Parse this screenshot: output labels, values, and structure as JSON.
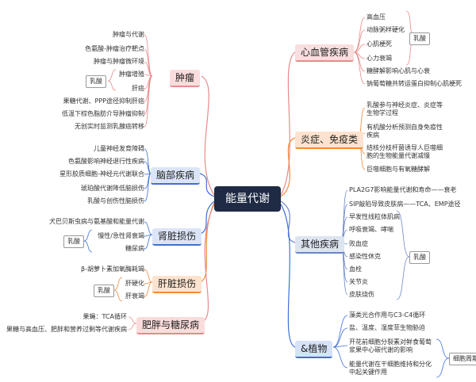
{
  "center": "能量代谢",
  "branches": {
    "cardio": {
      "title": "心血管疾病",
      "items": [
        "高血压",
        "动脉粥样硬化",
        "心肌梗死",
        "心力衰竭",
        "糖酵解影响心肌与心衰",
        "钠葡萄糖共转运蛋白抑制心肌梗死"
      ],
      "tag": "乳酸"
    },
    "inflammation": {
      "title": "炎症、免疫类",
      "items": [
        "乳酸参与神经炎症、炎症等生物学过程",
        "有机酸分析预测自身免疫性疾病",
        "结核分枝杆菌诱导人巨噬细胞的生物能量代谢减慢",
        "巨噬细胞与有氧糖酵解"
      ]
    },
    "other": {
      "title": "其他疾病",
      "items": [
        "PLA2G7影响能量代谢和寿命——衰老",
        "SIP敲陷导致皮肤病——TCA、EMP途径",
        "早发性线粒体肌病",
        "呼吸衰竭、哮喘",
        "败血症",
        "感染性休克",
        "血栓",
        "关节炎",
        "皮肤烧伤"
      ],
      "tag": "乳酸"
    },
    "plant": {
      "title": "&植物",
      "items": [
        "藻类光合作用与C3-C4循环",
        "盐、温度、湿度菲生物胁迫",
        "开花前细胞分裂素对鲜食葡萄浆果中心碳代谢的影响",
        "能量代谢在干细胞维持和分化中起关键作用"
      ],
      "tag": "细胞周期"
    },
    "tumor": {
      "title": "肿瘤",
      "items": [
        "肿瘤与代谢",
        "色氨酸-肿瘤治疗靶点",
        "肿瘤与肿瘤微环境",
        "肿瘤增殖",
        "肝癌",
        "果糖代谢、PPP途径抑制肝癌",
        "低温下棕色脂肪介导肿瘤抑制",
        "无创实时监测乳腺癌转移"
      ],
      "tag": "乳酸"
    },
    "brain": {
      "title": "脑部疾病",
      "items": [
        "儿童神经发育障碍",
        "色氨酸影响神经退行性疾病",
        "星形胶质细胞-神经元代谢联合",
        "琥珀酸代谢降低脑损伤",
        "乳酸与创伤性脑损伤"
      ]
    },
    "kidney": {
      "title": "肾脏损伤",
      "items": [
        "犬巴贝斯虫病与氨基酸和能量代谢",
        "慢性/急性肾衰竭",
        "糖尿病"
      ],
      "tag": "乳酸"
    },
    "liver": {
      "title": "肝脏损伤",
      "items": [
        "β-胡萝卜素加氧酶耗竭",
        "肝硬化",
        "肝衰竭"
      ],
      "tag": "乳酸"
    },
    "obesity": {
      "title": "肥胖与糖尿病",
      "items": [
        "果蝇：TCA循环",
        "果糖与高血压、肥胖和营养过剩等代谢疾病"
      ]
    }
  },
  "colors": {
    "cardio": "#f8dede",
    "cardio_line": "#e88a8a",
    "inflammation": "#fde3cf",
    "inflammation_line": "#f08a3a",
    "other": "#dde4f2",
    "other_line": "#6b86c6",
    "plant": "#d6e2f8",
    "plant_line": "#3f6fd8",
    "tumor": "#fbdcdc",
    "tumor_line": "#e88a8a",
    "brain": "#dce5f7",
    "brain_line": "#3f6fd8",
    "kidney": "#dce5f7",
    "kidney_line": "#3f6fd8",
    "liver": "#fde3cf",
    "liver_line": "#f08a3a",
    "obesity": "#fbdcdc",
    "obesity_line": "#e88a8a"
  }
}
